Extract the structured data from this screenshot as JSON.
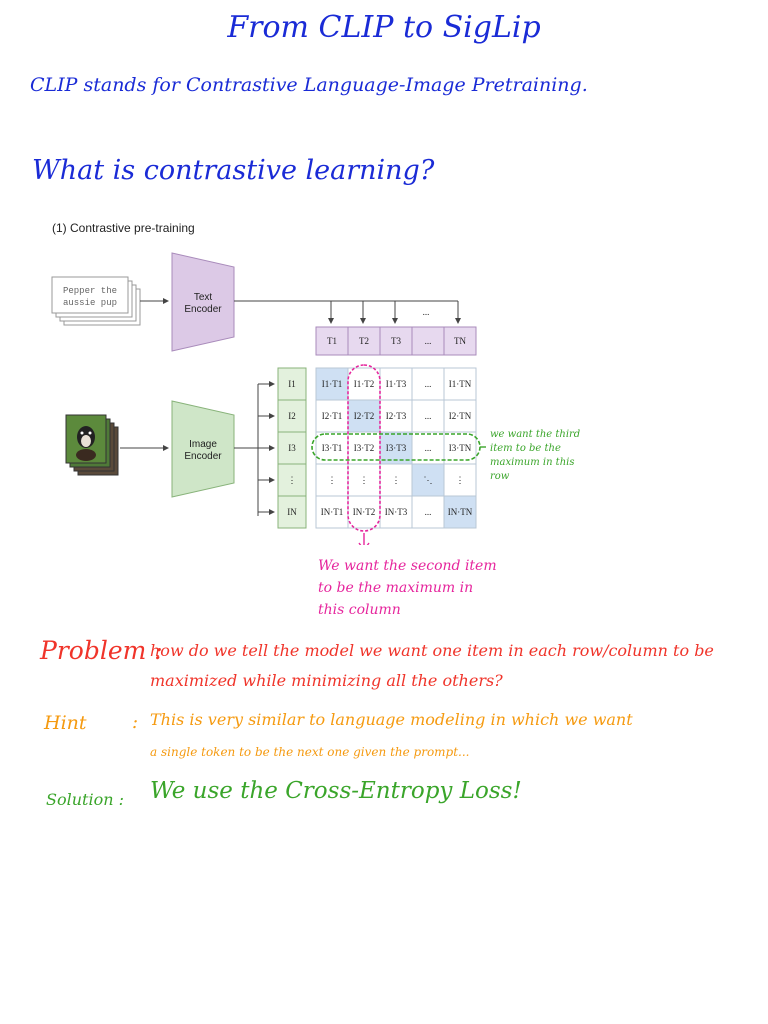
{
  "title": "From CLIP to SigLip",
  "clip_definition": "CLIP stands for Contrastive Language-Image Pretraining.",
  "question": "What is contrastive learning?",
  "figure": {
    "caption": "(1) Contrastive pre-training",
    "text_input": [
      "Pepper the",
      "aussie pup"
    ],
    "text_encoder": [
      "Text",
      "Encoder"
    ],
    "image_encoder": [
      "Image",
      "Encoder"
    ],
    "text_tokens": [
      "T1",
      "T2",
      "T3",
      "...",
      "TN"
    ],
    "image_tokens": [
      "I1",
      "I2",
      "I3",
      "⋮",
      "IN"
    ],
    "matrix": [
      [
        "I1·T1",
        "I1·T2",
        "I1·T3",
        "...",
        "I1·TN"
      ],
      [
        "I2·T1",
        "I2·T2",
        "I2·T3",
        "...",
        "I2·TN"
      ],
      [
        "I3·T1",
        "I3·T2",
        "I3·T3",
        "...",
        "I3·TN"
      ],
      [
        "⋮",
        "⋮",
        "⋮",
        "⋱",
        "⋮"
      ],
      [
        "IN·T1",
        "IN·T2",
        "IN·T3",
        "...",
        "IN·TN"
      ]
    ],
    "colors": {
      "text_encoder": "#dcc9e6",
      "text_token": "#e7d9ef",
      "image_encoder": "#cfe6c8",
      "image_token": "#e3f1dd",
      "diagonal": "#cfe0f3",
      "row_highlight": "#3aa52a",
      "column_highlight": "#e6269d"
    }
  },
  "row_note": [
    "we want the third",
    "item to be the",
    "maximum in this",
    "row"
  ],
  "column_note": [
    "We want the second item",
    "to be the maximum in",
    "this column"
  ],
  "problem": {
    "label": "Problem :",
    "text": "how do we tell the model we want one item in each row/column to be maximized while minimizing all the others?"
  },
  "hint": {
    "label": "Hint",
    "sep": ":",
    "line1": "This is very similar to language modeling in which we want",
    "line2": "a single token to be the next one given the prompt..."
  },
  "solution": {
    "label": "Solution :",
    "text": "We use the Cross-Entropy Loss!"
  }
}
